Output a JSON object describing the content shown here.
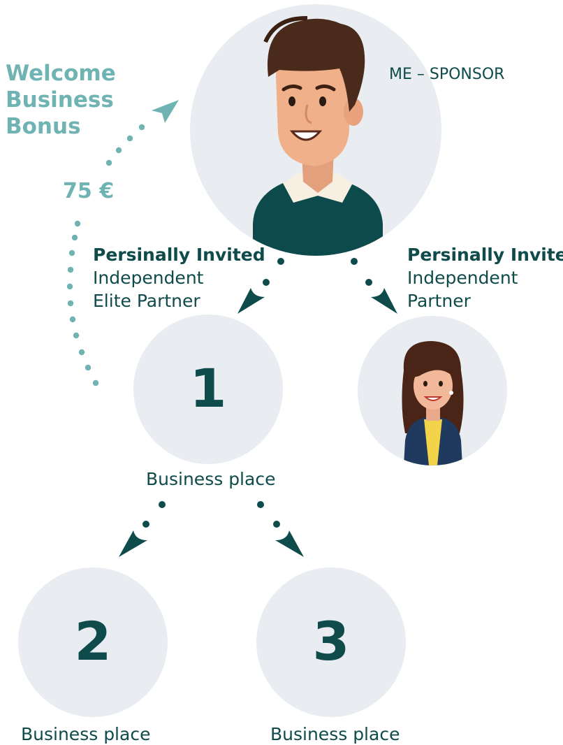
{
  "bonus": {
    "title_lines": [
      "Welcome",
      "Business",
      "Bonus"
    ],
    "amount": "75 €"
  },
  "sponsor": {
    "label": "ME – SPONSOR"
  },
  "left_invite": {
    "heading": "Persinally Invited",
    "line1": "Independent",
    "line2": "Elite Partner"
  },
  "right_invite": {
    "heading": "Persinally Invited",
    "line1": "Independent",
    "line2": "Partner"
  },
  "nodes": [
    {
      "number": "1",
      "caption": "Business place"
    },
    {
      "number": "2",
      "caption": "Business place"
    },
    {
      "number": "3",
      "caption": "Business place"
    }
  ],
  "colors": {
    "dark_teal": "#0f4b4b",
    "light_teal": "#6fb3b2",
    "circle_bg": "#e9edf1"
  }
}
